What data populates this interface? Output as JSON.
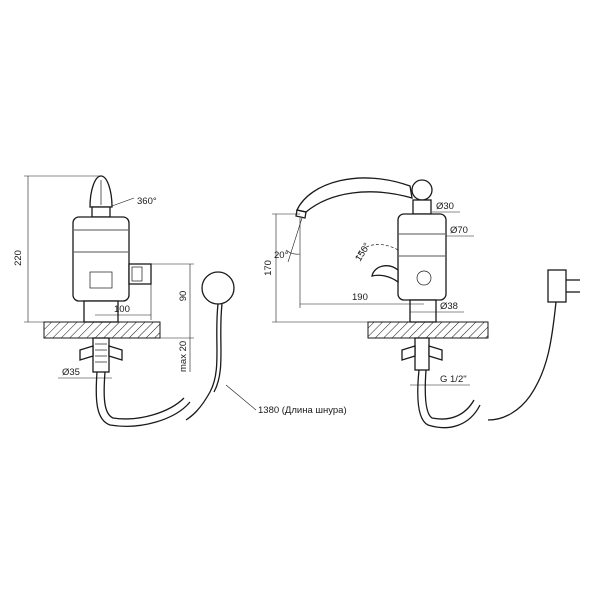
{
  "dimensions": {
    "height_220": "220",
    "rotation_360": "360°",
    "width_100": "100",
    "height_90": "90",
    "diameter_35": "Ø35",
    "max_20": "max 20",
    "cord_length": "1380 (Длина шнура)",
    "diameter_30": "Ø30",
    "diameter_70": "Ø70",
    "height_170": "170",
    "angle_20": "20°",
    "angle_150": "150°",
    "reach_190": "190",
    "diameter_38": "Ø38",
    "thread": "G 1/2\""
  }
}
